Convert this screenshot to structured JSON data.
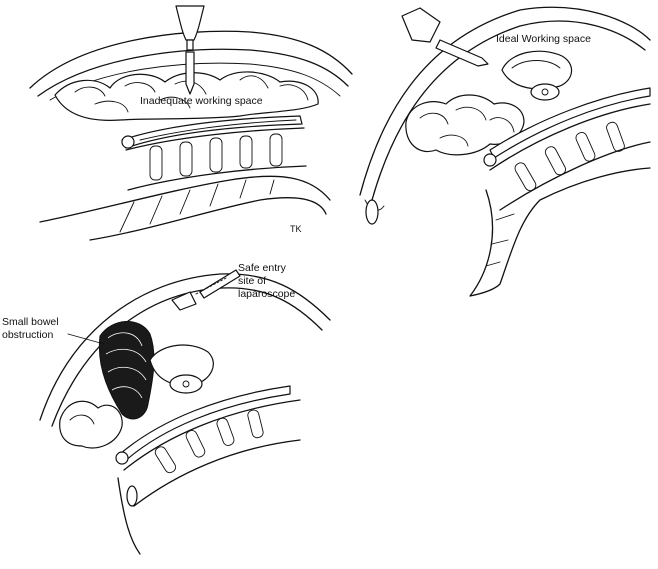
{
  "labels": {
    "panel_a": "Inadequate working space",
    "panel_b": "Ideal Working space",
    "panel_c_entry_1": "Safe entry",
    "panel_c_entry_2": "site of",
    "panel_c_entry_3": "laparoscope",
    "panel_c_obstruction_1": "Small bowel",
    "panel_c_obstruction_2": "obstruction"
  },
  "colors": {
    "ink": "#111111",
    "background": "#ffffff"
  },
  "icons": [
    "trocar-icon",
    "laparoscope-icon"
  ]
}
